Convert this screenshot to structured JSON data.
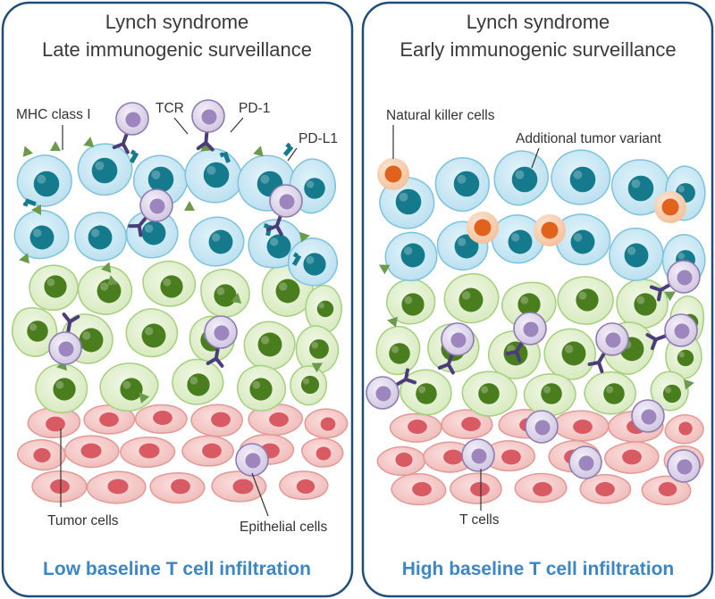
{
  "left_panel": {
    "title_line1": "Lynch syndrome",
    "title_line2": "Late immunogenic surveillance",
    "labels": {
      "mhc": "MHC class I",
      "tcr": "TCR",
      "pd1": "PD-1",
      "pdl1": "PD-L1",
      "tumor_cells": "Tumor cells",
      "epithelial_cells": "Epithelial cells"
    },
    "footer": "Low baseline T cell infiltration"
  },
  "right_panel": {
    "title_line1": "Lynch syndrome",
    "title_line2": "Early immunogenic surveillance",
    "labels": {
      "nk_cells": "Natural killer cells",
      "additional_variant": "Additional tumor variant",
      "t_cells": "T cells"
    },
    "footer": "High baseline T cell infiltration"
  },
  "colors": {
    "panel_border": "#1f4e7a",
    "blue_cell": "#c4e6f3",
    "blue_nucleus": "#157a8c",
    "green_cell": "#e2f0cf",
    "green_nucleus": "#4a7d1e",
    "pink_cell": "#f3c7c5",
    "pink_nucleus": "#d85a63",
    "t_cell": "#dcd3e8",
    "t_nucleus": "#9d86bd",
    "receptor": "#4a3d7a",
    "nk_cell": "#f7c9a6",
    "nk_nucleus": "#e0621c",
    "footer_text": "#3d86c6"
  }
}
